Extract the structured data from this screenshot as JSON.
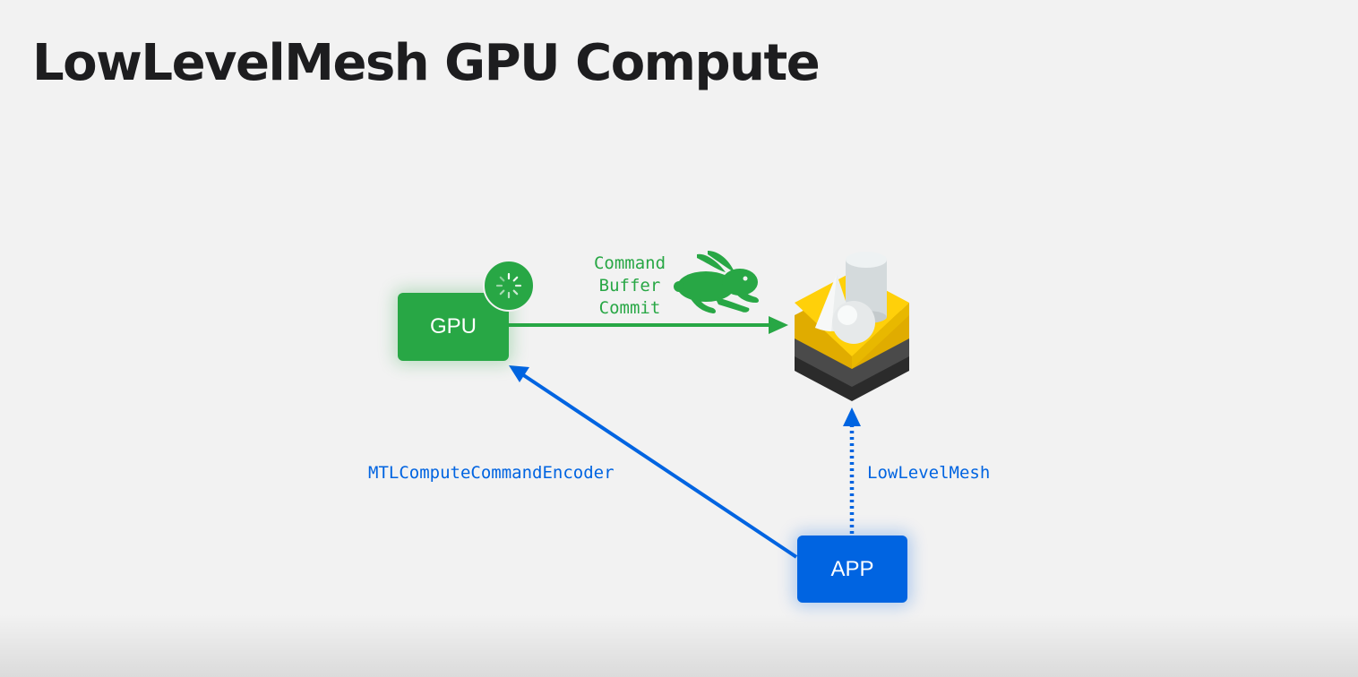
{
  "slide": {
    "title": "LowLevelMesh GPU Compute"
  },
  "nodes": {
    "gpu": {
      "label": "GPU",
      "color": "#28a745",
      "badge_icon": "spinner-icon"
    },
    "app": {
      "label": "APP",
      "color": "#0064e1"
    },
    "realitykit": {
      "icon": "realitykit-icon"
    }
  },
  "edges": {
    "command_buffer_commit": {
      "lines": [
        "Command",
        "Buffer",
        "Commit"
      ],
      "icon": "rabbit-icon",
      "color": "#28a745"
    },
    "compute_encoder": {
      "label": "MTLComputeCommandEncoder",
      "color": "#0064e1"
    },
    "low_level_mesh": {
      "label": "LowLevelMesh",
      "color": "#0064e1",
      "style": "dotted"
    }
  }
}
